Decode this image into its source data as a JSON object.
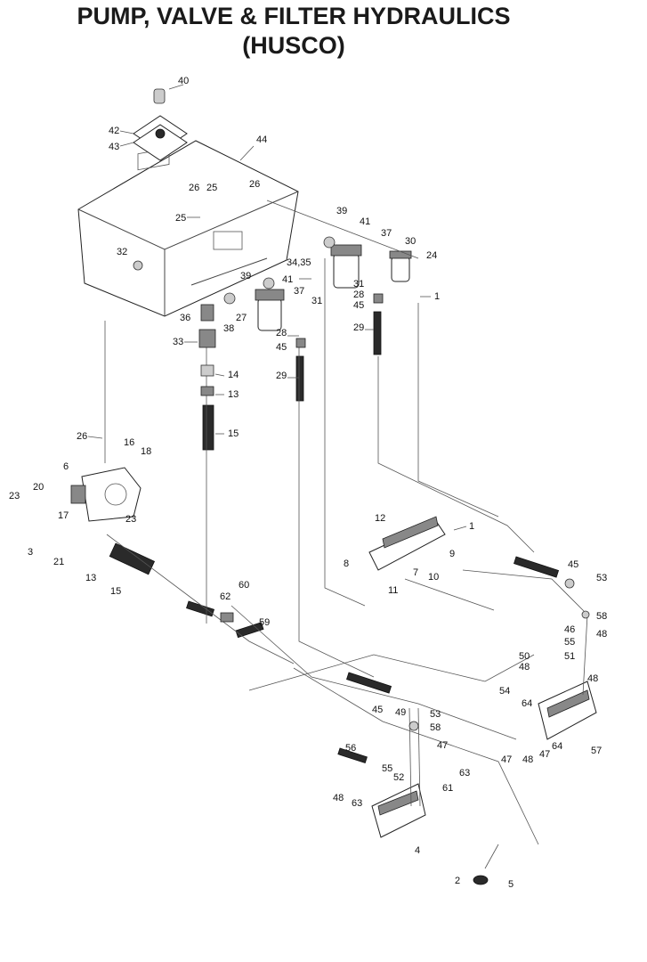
{
  "title": {
    "line1": "PUMP, VALVE & FILTER HYDRAULICS",
    "line2": "(HUSCO)"
  },
  "callouts": [
    "40",
    "42",
    "43",
    "44",
    "26",
    "25",
    "26",
    "25",
    "39",
    "41",
    "37",
    "30",
    "24",
    "32",
    "34,35",
    "39",
    "41",
    "37",
    "31",
    "31",
    "28",
    "45",
    "29",
    "28",
    "45",
    "29",
    "1",
    "36",
    "27",
    "38",
    "33",
    "14",
    "13",
    "15",
    "26",
    "16",
    "18",
    "6",
    "23",
    "20",
    "17",
    "23",
    "3",
    "21",
    "13",
    "15",
    "12",
    "1",
    "9",
    "8",
    "7",
    "10",
    "11",
    "60",
    "62",
    "59",
    "45",
    "53",
    "58",
    "46",
    "48",
    "55",
    "50",
    "48",
    "51",
    "48",
    "54",
    "64",
    "57",
    "45",
    "49",
    "53",
    "58",
    "47",
    "48",
    "47",
    "64",
    "56",
    "55",
    "52",
    "63",
    "47",
    "48",
    "63",
    "61",
    "4",
    "2",
    "5"
  ]
}
